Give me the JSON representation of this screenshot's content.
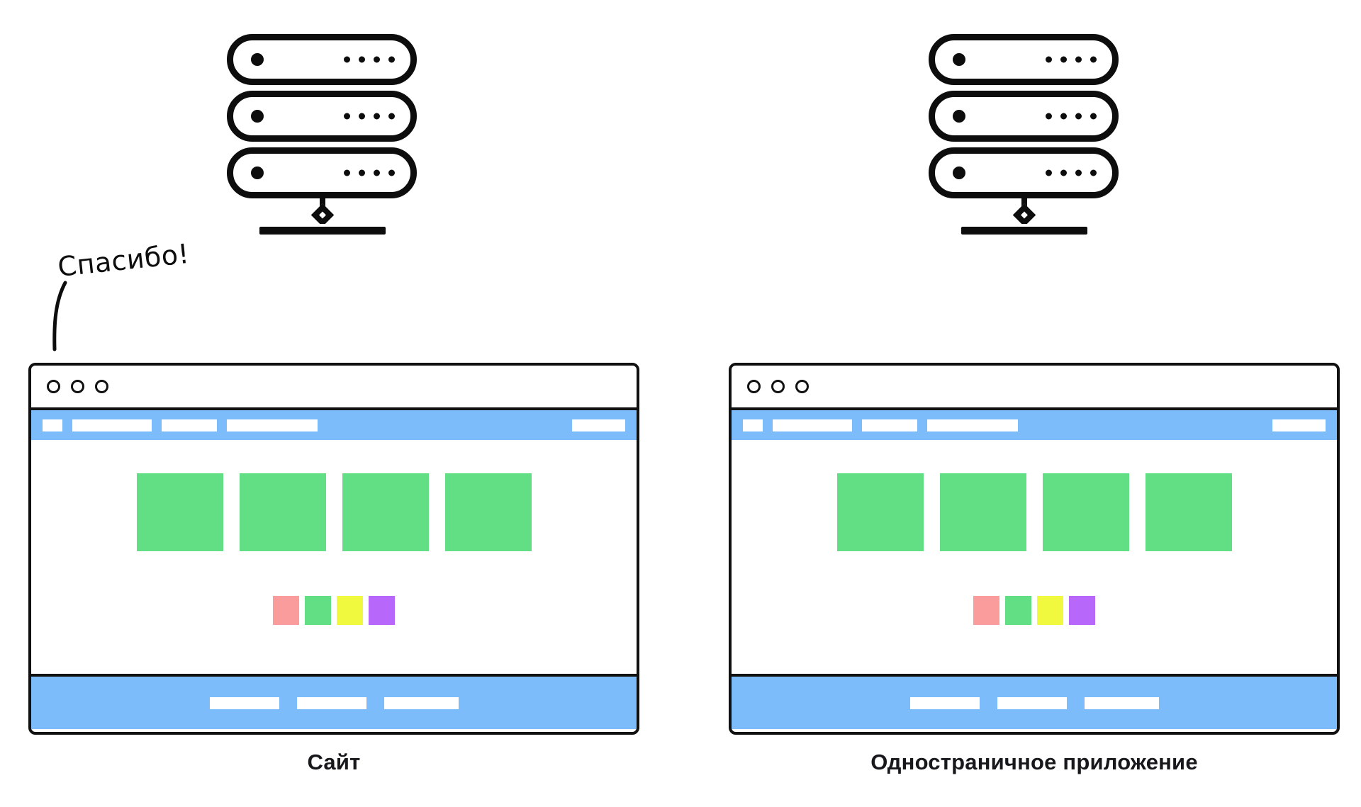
{
  "diagram": {
    "type": "comparison-diagram",
    "background_color": "#ffffff",
    "annotation": {
      "text": "Спасибо!",
      "style": "handwritten",
      "points_to": "website-browser-window"
    },
    "palette": {
      "outline": "#0d0d0d",
      "browser_chrome_blue": "#7cbcfb",
      "content_block_green": "#62de85",
      "chip_red": "#fb9c9c",
      "chip_green": "#62de85",
      "chip_yellow": "#f1f93f",
      "chip_purple": "#b768fa",
      "caption_color": "#16181c"
    },
    "columns": [
      {
        "id": "website",
        "caption": "Сайт",
        "server": {
          "icon_name": "server-rack-icon",
          "rack_rows": 3,
          "leds_per_row": 1,
          "dots_per_row": 4
        },
        "browser": {
          "window_controls": 3,
          "navbar_items": [
            {
              "id": "nav-logo",
              "width": 28
            },
            {
              "id": "nav-link-1",
              "width": 112
            },
            {
              "id": "nav-link-2",
              "width": 78
            },
            {
              "id": "nav-link-3",
              "width": 128
            },
            {
              "id": "nav-action",
              "width": 75,
              "align": "right"
            }
          ],
          "content_blocks": [
            {
              "id": "content-block-1",
              "color": "#62de85"
            },
            {
              "id": "content-block-2",
              "color": "#62de85"
            },
            {
              "id": "content-block-3",
              "color": "#62de85"
            },
            {
              "id": "content-block-4",
              "color": "#62de85"
            }
          ],
          "chips": [
            {
              "id": "chip-1",
              "color": "#fb9c9c"
            },
            {
              "id": "chip-2",
              "color": "#62de85"
            },
            {
              "id": "chip-3",
              "color": "#f1f93f"
            },
            {
              "id": "chip-4",
              "color": "#b768fa"
            }
          ],
          "footer_items": [
            {
              "id": "footer-link-1",
              "width": 98
            },
            {
              "id": "footer-link-2",
              "width": 98
            },
            {
              "id": "footer-link-3",
              "width": 105
            }
          ]
        }
      },
      {
        "id": "single-page-application",
        "caption": "Одностраничное приложение",
        "server": {
          "icon_name": "server-rack-icon",
          "rack_rows": 3,
          "leds_per_row": 1,
          "dots_per_row": 4
        },
        "browser": {
          "window_controls": 3,
          "navbar_items": [
            {
              "id": "nav-logo",
              "width": 28
            },
            {
              "id": "nav-link-1",
              "width": 112
            },
            {
              "id": "nav-link-2",
              "width": 78
            },
            {
              "id": "nav-link-3",
              "width": 128
            },
            {
              "id": "nav-action",
              "width": 75,
              "align": "right"
            }
          ],
          "content_blocks": [
            {
              "id": "content-block-1",
              "color": "#62de85"
            },
            {
              "id": "content-block-2",
              "color": "#62de85"
            },
            {
              "id": "content-block-3",
              "color": "#62de85"
            },
            {
              "id": "content-block-4",
              "color": "#62de85"
            }
          ],
          "chips": [
            {
              "id": "chip-1",
              "color": "#fb9c9c"
            },
            {
              "id": "chip-2",
              "color": "#62de85"
            },
            {
              "id": "chip-3",
              "color": "#f1f93f"
            },
            {
              "id": "chip-4",
              "color": "#b768fa"
            }
          ],
          "footer_items": [
            {
              "id": "footer-link-1",
              "width": 98
            },
            {
              "id": "footer-link-2",
              "width": 98
            },
            {
              "id": "footer-link-3",
              "width": 105
            }
          ]
        }
      }
    ]
  }
}
